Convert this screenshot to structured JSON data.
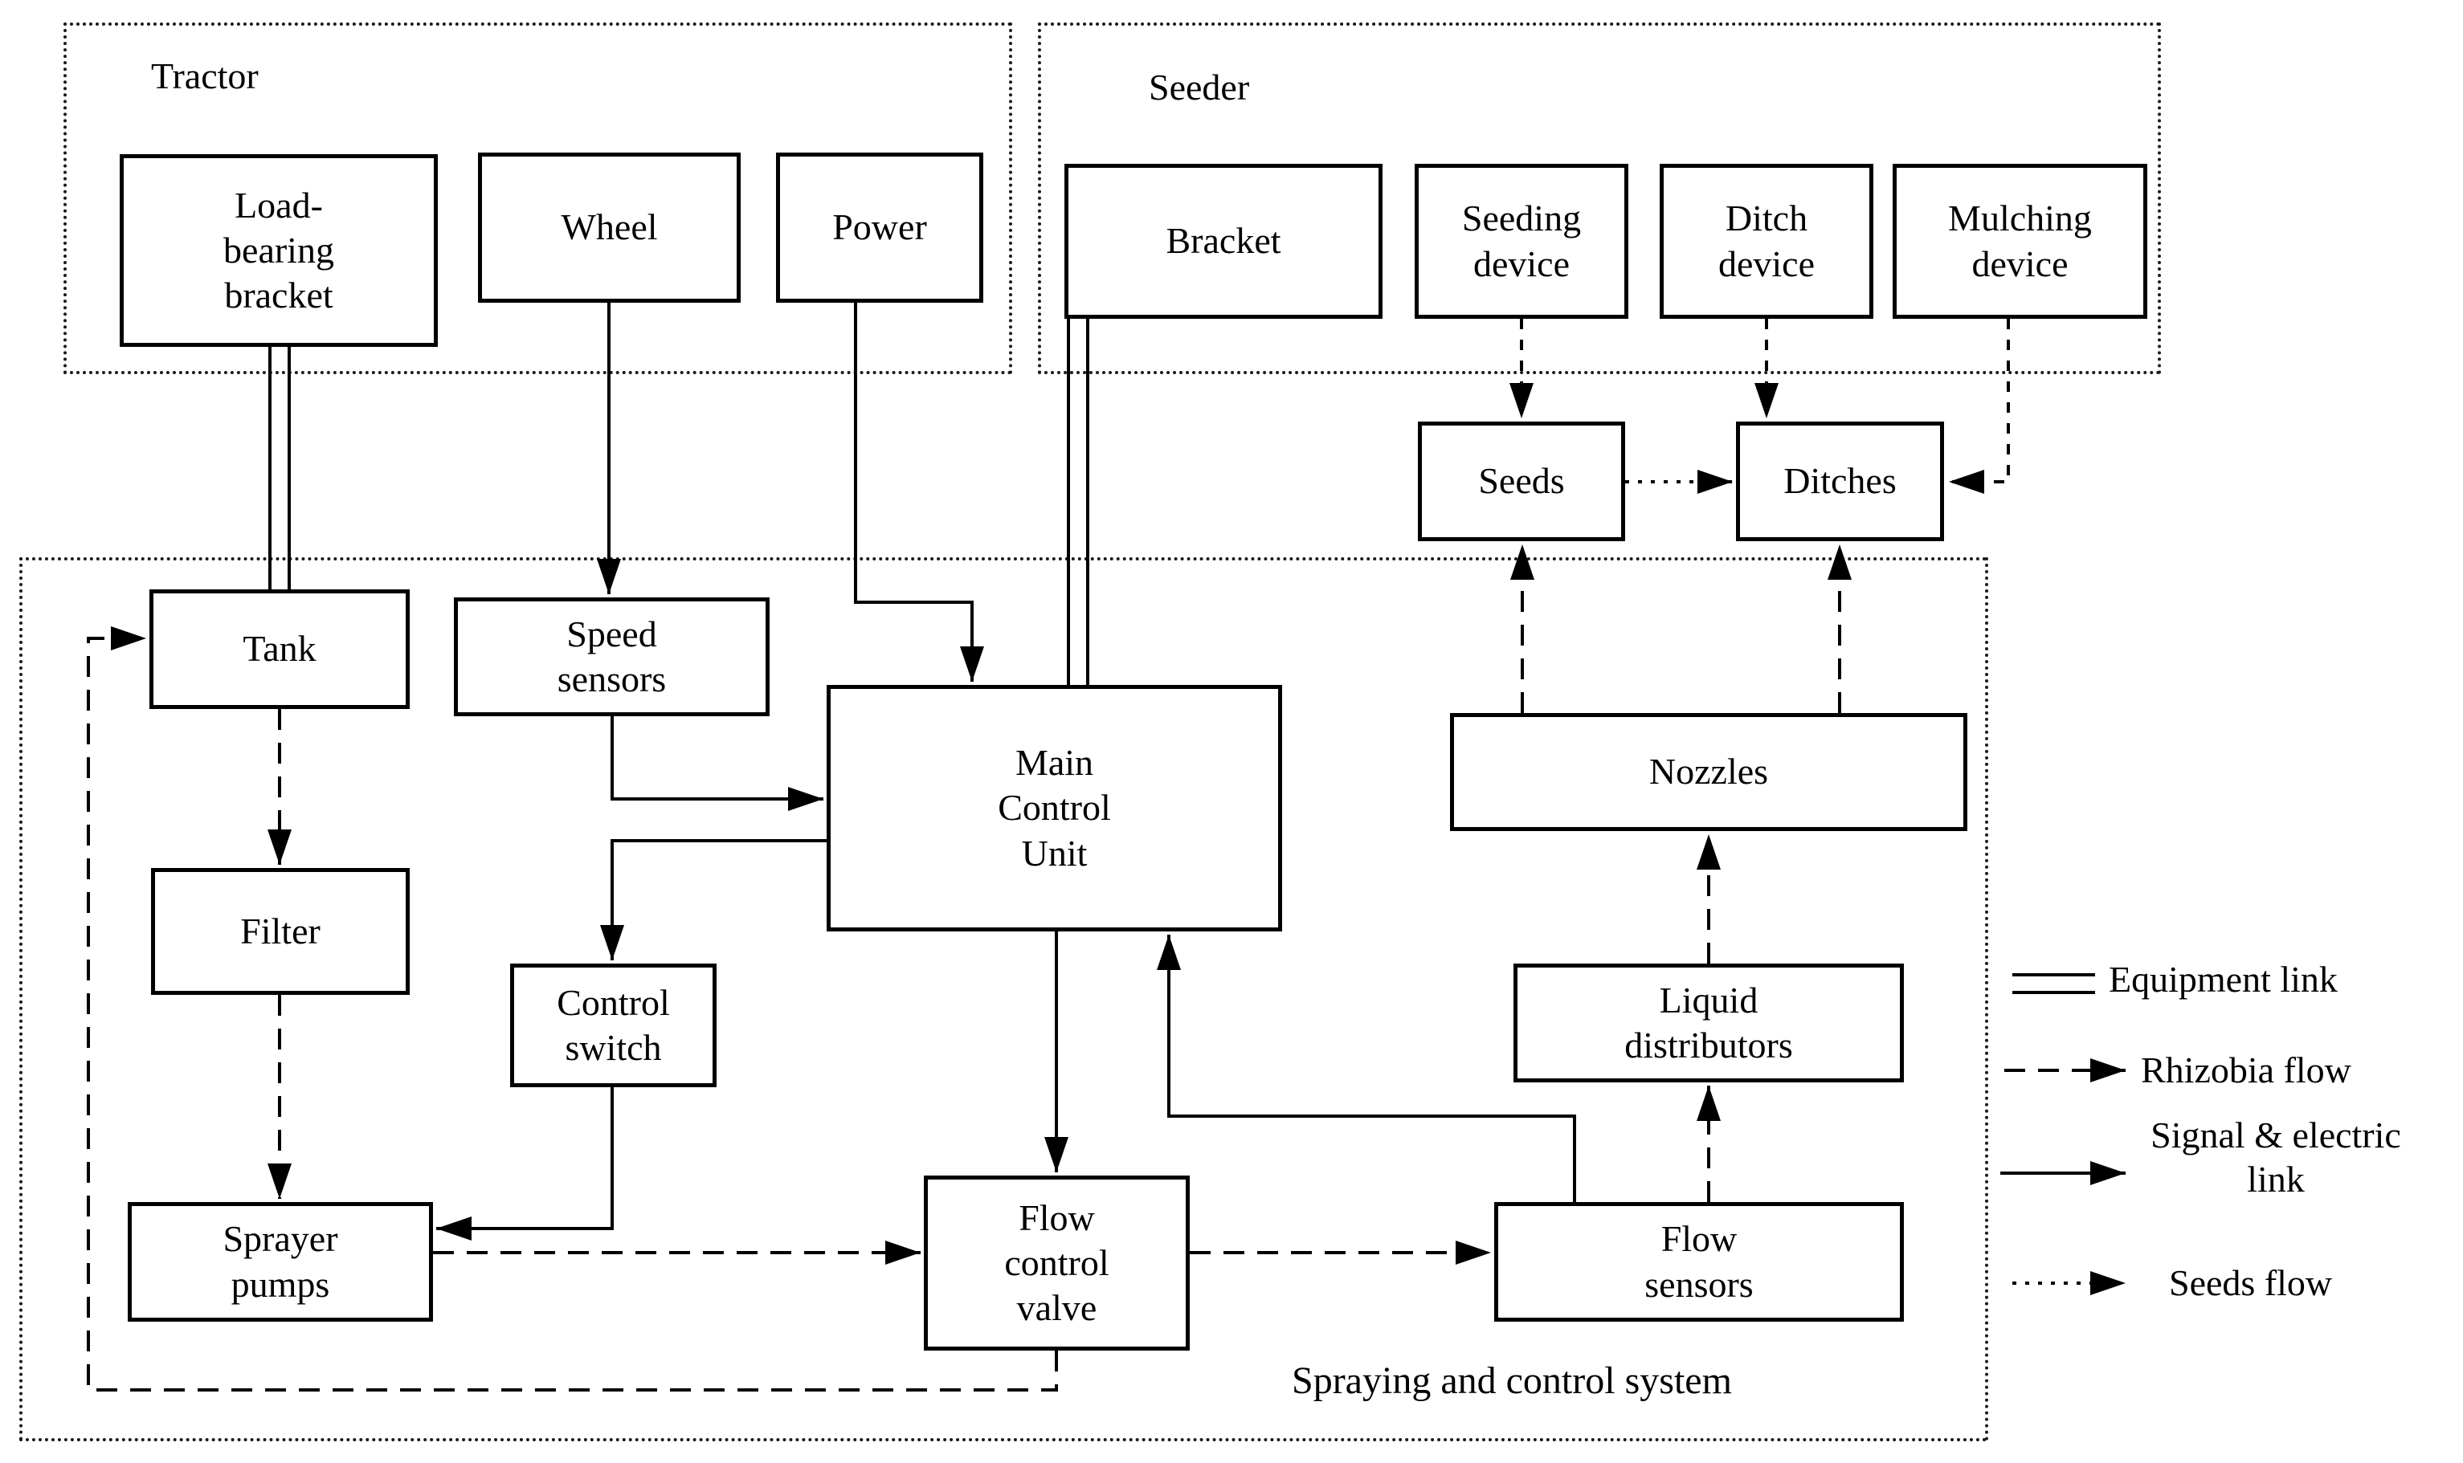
{
  "figure": {
    "type": "block-diagram",
    "background": "#ffffff",
    "ink": "#000000"
  },
  "groups": {
    "tractor": {
      "label": "Tractor"
    },
    "seeder": {
      "label": "Seeder"
    },
    "spraying": {
      "caption": "Spraying and control system"
    }
  },
  "nodes": {
    "load_bracket": {
      "label": "Load-\nbearing\nbracket"
    },
    "wheel": {
      "label": "Wheel"
    },
    "power": {
      "label": "Power"
    },
    "bracket": {
      "label": "Bracket"
    },
    "seeding_device": {
      "label": "Seeding\ndevice"
    },
    "ditch_device": {
      "label": "Ditch\ndevice"
    },
    "mulching_device": {
      "label": "Mulching\ndevice"
    },
    "seeds": {
      "label": "Seeds"
    },
    "ditches": {
      "label": "Ditches"
    },
    "tank": {
      "label": "Tank"
    },
    "speed_sensors": {
      "label": "Speed\nsensors"
    },
    "mcu": {
      "label": "Main\nControl\nUnit"
    },
    "filter": {
      "label": "Filter"
    },
    "control_switch": {
      "label": "Control\nswitch"
    },
    "sprayer_pumps": {
      "label": "Sprayer\npumps"
    },
    "flow_control_valve": {
      "label": "Flow\ncontrol\nvalve"
    },
    "flow_sensors": {
      "label": "Flow\nsensors"
    },
    "liquid_distributors": {
      "label": "Liquid\ndistributors"
    },
    "nozzles": {
      "label": "Nozzles"
    }
  },
  "legend": {
    "equipment": {
      "label": "Equipment link",
      "line_style": "double-solid-line"
    },
    "rhizobia": {
      "label": "Rhizobia flow",
      "line_style": "dashed-arrow"
    },
    "signal": {
      "label": "Signal & electric\nlink",
      "line_style": "solid-arrow"
    },
    "seeds_flow": {
      "label": "Seeds flow",
      "line_style": "dotted-arrow"
    }
  },
  "edges": [
    {
      "from": "load_bracket",
      "to": "tank",
      "type": "equipment-link"
    },
    {
      "from": "bracket",
      "to": "mcu",
      "type": "equipment-link"
    },
    {
      "from": "wheel",
      "to": "speed_sensors",
      "type": "signal-electric-link"
    },
    {
      "from": "power",
      "to": "mcu",
      "type": "signal-electric-link"
    },
    {
      "from": "speed_sensors",
      "to": "mcu",
      "type": "signal-electric-link"
    },
    {
      "from": "mcu",
      "to": "control_switch",
      "type": "signal-electric-link"
    },
    {
      "from": "control_switch",
      "to": "sprayer_pumps",
      "type": "signal-electric-link"
    },
    {
      "from": "mcu",
      "to": "flow_control_valve",
      "type": "signal-electric-link"
    },
    {
      "from": "flow_sensors",
      "to": "mcu",
      "type": "signal-electric-link"
    },
    {
      "from": "tank",
      "to": "filter",
      "type": "rhizobia-flow"
    },
    {
      "from": "filter",
      "to": "sprayer_pumps",
      "type": "rhizobia-flow"
    },
    {
      "from": "sprayer_pumps",
      "to": "flow_control_valve",
      "type": "rhizobia-flow"
    },
    {
      "from": "flow_control_valve",
      "to": "flow_sensors",
      "type": "rhizobia-flow"
    },
    {
      "from": "flow_sensors",
      "to": "liquid_distributors",
      "type": "rhizobia-flow"
    },
    {
      "from": "liquid_distributors",
      "to": "nozzles",
      "type": "rhizobia-flow"
    },
    {
      "from": "nozzles",
      "to": "seeds",
      "type": "rhizobia-flow"
    },
    {
      "from": "nozzles",
      "to": "ditches",
      "type": "rhizobia-flow"
    },
    {
      "from": "flow_control_valve",
      "to": "tank",
      "type": "rhizobia-flow"
    },
    {
      "from": "seeding_device",
      "to": "seeds",
      "type": "seeds-flow"
    },
    {
      "from": "ditch_device",
      "to": "ditches",
      "type": "seeds-flow"
    },
    {
      "from": "mulching_device",
      "to": "ditches",
      "type": "seeds-flow"
    },
    {
      "from": "seeds",
      "to": "ditches",
      "type": "seeds-flow"
    }
  ]
}
